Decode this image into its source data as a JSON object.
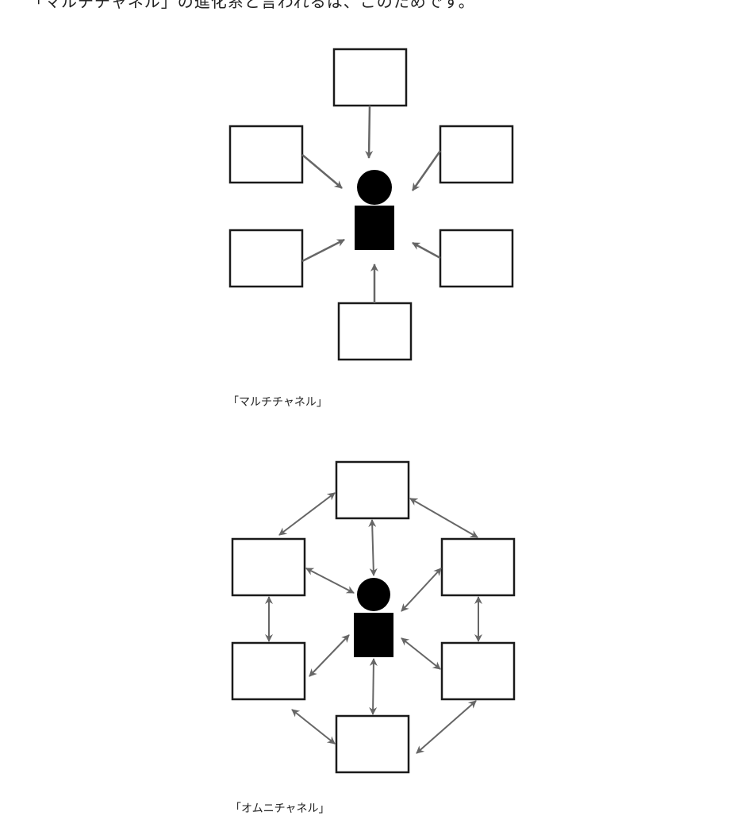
{
  "article": {
    "intro_text": "「マルチチャネル」の進化系と言われるは、このためです。"
  },
  "diagrams": {
    "multichannel": {
      "caption": "「マルチチャネル」",
      "icon": "person-icon",
      "arrow_style": "one-way-toward-person"
    },
    "omnichannel": {
      "caption": "「オムニチャネル」",
      "icon": "person-icon",
      "arrow_style": "two-way-all-connected"
    }
  },
  "colors": {
    "box_stroke": "#1a1a1a",
    "arrow": "#666666",
    "person": "#000000"
  }
}
